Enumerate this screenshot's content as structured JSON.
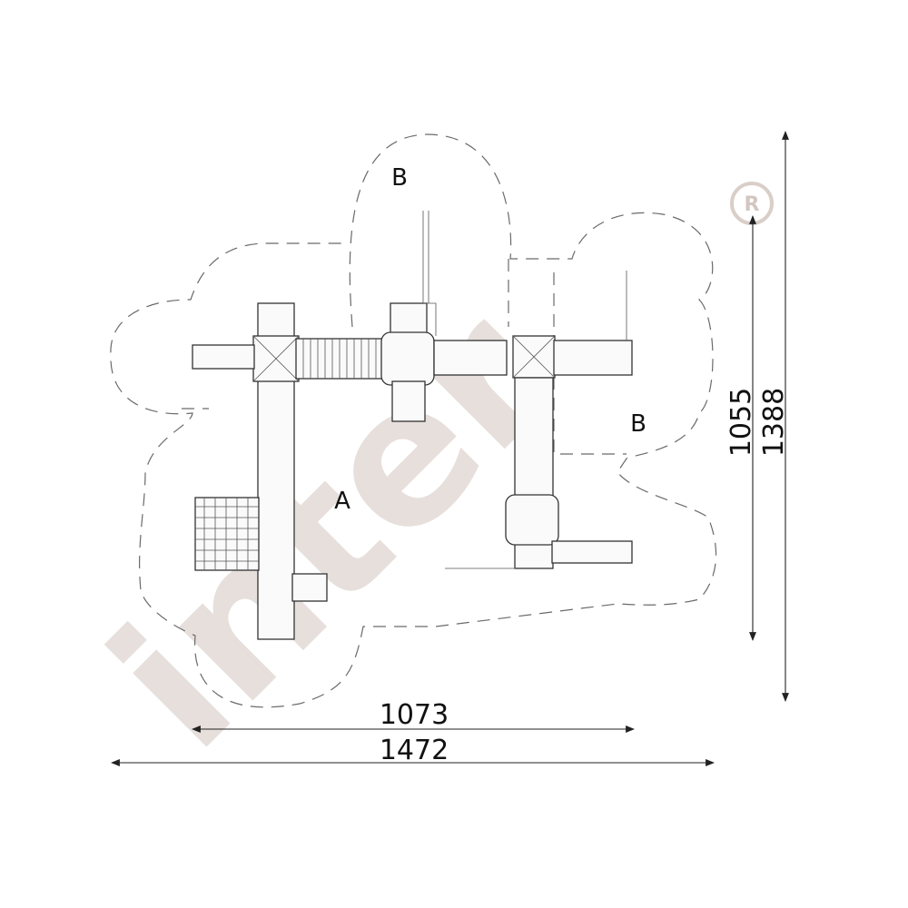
{
  "watermark": {
    "text": "inter",
    "registered_mark": "R"
  },
  "zones": {
    "a_label": "A",
    "b_top_label": "B",
    "b_right_label": "B"
  },
  "dimensions": {
    "inner_width": "1073",
    "total_width": "1472",
    "inner_height": "1055",
    "total_height": "1388"
  }
}
